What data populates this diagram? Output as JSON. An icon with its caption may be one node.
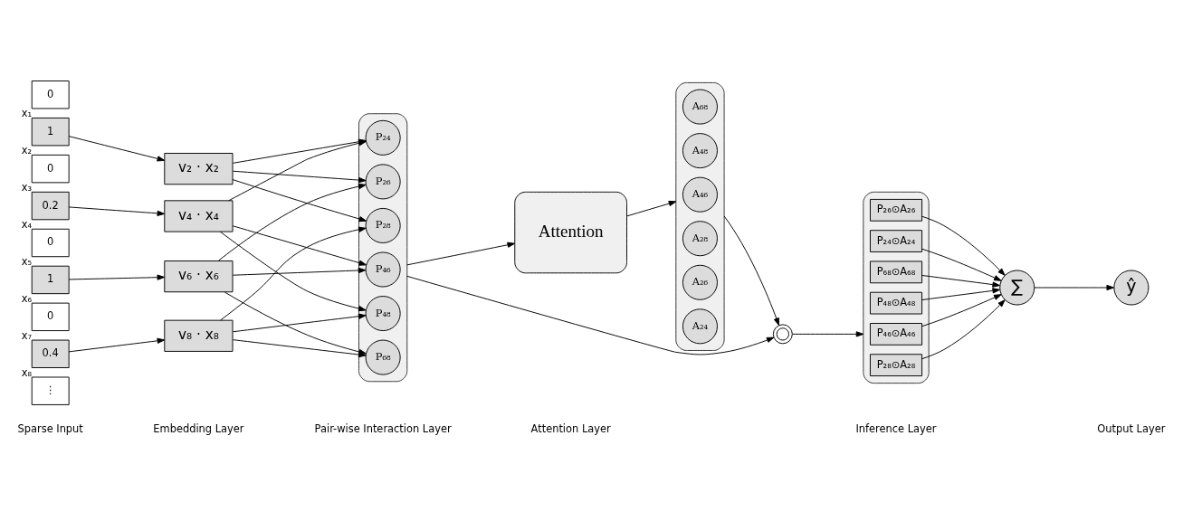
{
  "diagram": {
    "nodes": [
      {
        "text": [
          "0"
        ],
        "beside": [
          "x₁"
        ]
      },
      {
        "text": [
          "1"
        ],
        "beside": [
          "x₂"
        ]
      },
      {
        "text": [
          "0"
        ],
        "beside": [
          "x₃"
        ]
      },
      {
        "text": [
          "0.2"
        ],
        "beside": [
          "x₄"
        ]
      },
      {
        "text": [
          "0"
        ],
        "beside": [
          "x₅"
        ]
      },
      {
        "text": [
          "1"
        ],
        "beside": [
          "x₆"
        ]
      },
      {
        "text": [
          "0"
        ],
        "beside": [
          "x₇"
        ]
      },
      {
        "text": [
          "0.4"
        ],
        "beside": [
          "x₈"
        ]
      },
      {
        "text": [
          "⋮"
        ]
      },
      {
        "text": [
          "v₂ · x₂"
        ]
      },
      {
        "text": [
          "v₄ · x₄"
        ]
      },
      {
        "text": [
          "v₆ · x₆"
        ]
      },
      {
        "text": [
          "v₈ · x₈"
        ]
      },
      {
        "text": [],
        "shape": "box"
      },
      {
        "text": [
          "P₂₄"
        ],
        "in": 13
      },
      {
        "text": [
          "P₂₆"
        ],
        "in": 13
      },
      {
        "text": [
          "P₂₈"
        ],
        "in": 13
      },
      {
        "text": [
          "P₄₆"
        ],
        "in": 13
      },
      {
        "text": [
          "P₄₈"
        ],
        "in": 13
      },
      {
        "text": [
          "P₆₈"
        ],
        "in": 13
      },
      {
        "text": [
          "Attention"
        ]
      },
      {
        "text": [],
        "shape": "box"
      },
      {
        "text": [
          "A₂₄"
        ],
        "in": 21
      },
      {
        "text": [
          "A₂₆"
        ],
        "in": 21
      },
      {
        "text": [
          "A₂₈"
        ],
        "in": 21
      },
      {
        "text": [
          "A₄₆"
        ],
        "in": 21
      },
      {
        "text": [
          "A₄₈"
        ],
        "in": 21
      },
      {
        "text": [
          "A₆₈"
        ],
        "in": 21
      },
      {
        "text": [],
        "shape": "circle"
      },
      {
        "text": [],
        "shape": "box"
      },
      {
        "text": [
          "P₂₄⊙A₂₄"
        ],
        "in": 29
      },
      {
        "text": [
          "P₂₆⊙A₂₆"
        ],
        "in": 29
      },
      {
        "text": [
          "P₂₈⊙A₂₈"
        ],
        "in": 29
      },
      {
        "text": [
          "P₄₆⊙A₄₆"
        ],
        "in": 29
      },
      {
        "text": [
          "P₄₈⊙A₄₈"
        ],
        "in": 29
      },
      {
        "text": [
          "P₆₈⊙A₆₈"
        ],
        "in": 29
      },
      {
        "text": [
          "∑"
        ]
      },
      {
        "text": [
          "ŷ"
        ]
      }
    ],
    "edges": [
      {
        "from": 1,
        "to": 9,
        "arrow": "to"
      },
      {
        "from": 3,
        "to": 10,
        "arrow": "to"
      },
      {
        "from": 5,
        "to": 11,
        "arrow": "to"
      },
      {
        "from": 7,
        "to": 12,
        "arrow": "to"
      },
      {
        "from": 9,
        "to": 14,
        "arrow": "to"
      },
      {
        "from": 9,
        "to": 15,
        "arrow": "to"
      },
      {
        "from": 9,
        "to": 16,
        "arrow": "to"
      },
      {
        "from": 10,
        "to": 14,
        "arrow": "to"
      },
      {
        "from": 10,
        "to": 17,
        "arrow": "to"
      },
      {
        "from": 10,
        "to": 18,
        "arrow": "to"
      },
      {
        "from": 11,
        "to": 15,
        "arrow": "to"
      },
      {
        "from": 11,
        "to": 17,
        "arrow": "to"
      },
      {
        "from": 11,
        "to": 19,
        "arrow": "to"
      },
      {
        "from": 12,
        "to": 16,
        "arrow": "to"
      },
      {
        "from": 12,
        "to": 18,
        "arrow": "to"
      },
      {
        "from": 12,
        "to": 19,
        "arrow": "to"
      },
      {
        "from": 13,
        "to": 20,
        "arrow": "to"
      },
      {
        "from": 20,
        "to": 21,
        "arrow": "to"
      },
      {
        "from": 21,
        "to": 28,
        "arrow": "to"
      },
      {
        "from": 13,
        "to": 28,
        "arrow": "to"
      },
      {
        "from": 28,
        "to": 29,
        "arrow": "to"
      },
      {
        "from": 30,
        "to": 36,
        "arrow": "to"
      },
      {
        "from": 31,
        "to": 36,
        "arrow": "to"
      },
      {
        "from": 32,
        "to": 36,
        "arrow": "to"
      },
      {
        "from": 33,
        "to": 36,
        "arrow": "to"
      },
      {
        "from": 34,
        "to": 36,
        "arrow": "to"
      },
      {
        "from": 35,
        "to": 36,
        "arrow": "to"
      },
      {
        "from": 36,
        "to": 37,
        "arrow": "to"
      }
    ],
    "labels": [
      "Sparse Input",
      "Embedding Layer",
      "Pair-wise Interaction Layer",
      "Attention Layer",
      "Inference Layer",
      "Output Layer"
    ]
  }
}
